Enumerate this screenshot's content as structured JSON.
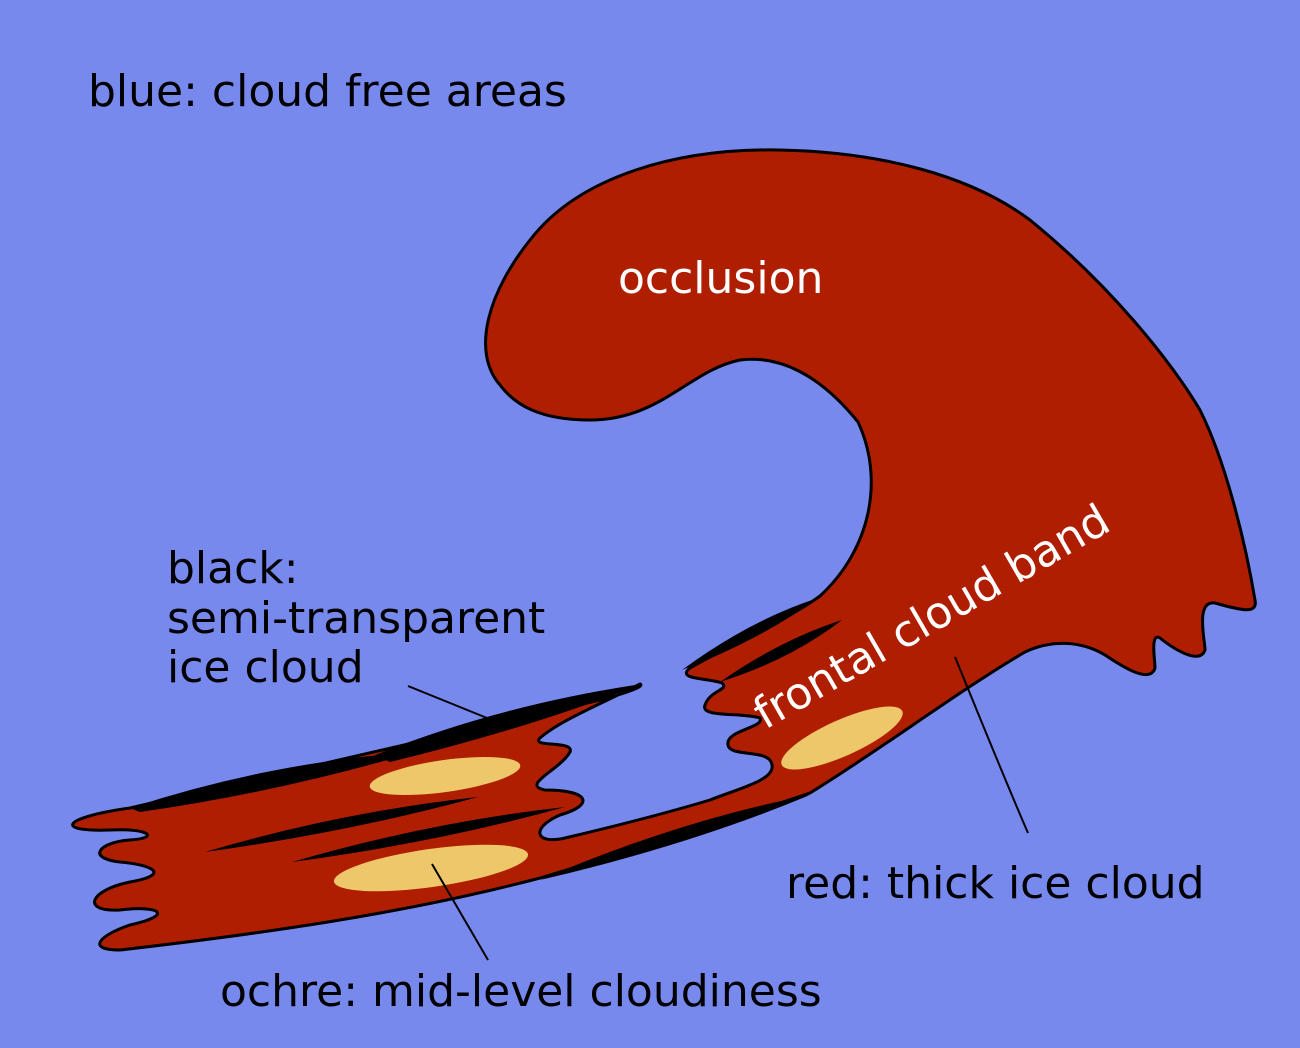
{
  "colors": {
    "background": "#7889EE",
    "thick_ice_cloud": "#AF1E00",
    "semi_transparent": "#000000",
    "mid_level": "#EEC76A"
  },
  "labels": {
    "blue": "blue: cloud free areas",
    "occlusion": "occlusion",
    "black_line1": "black:",
    "black_line2": "semi-transparent",
    "black_line3": "ice cloud",
    "frontal": "frontal cloud band",
    "red": "red: thick ice cloud",
    "ochre": "ochre: mid-level cloudiness"
  }
}
